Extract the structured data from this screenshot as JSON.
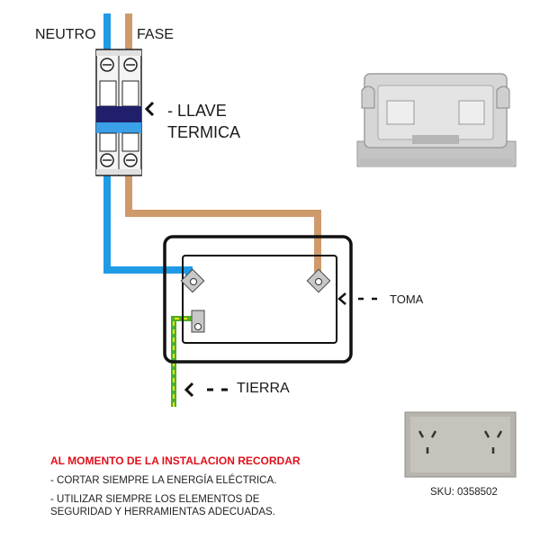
{
  "labels": {
    "neutro": "NEUTRO",
    "fase": "FASE",
    "llave_line1": "- LLAVE",
    "llave_line2": "TERMICA",
    "toma": "TOMA",
    "tierra": "TIERRA"
  },
  "notice": {
    "title": "AL MOMENTO DE LA INSTALACION RECORDAR",
    "line1": "- CORTAR SIEMPRE LA ENERGÍA ELÉCTRICA.",
    "line2": "- UTILIZAR SIEMPRE LOS ELEMENTOS DE SEGURIDAD Y HERRAMIENTAS ADECUADAS."
  },
  "sku": "SKU: 0358502",
  "colors": {
    "neutral_wire": "#1f9be6",
    "phase_wire": "#cf9a6b",
    "ground_wire_green": "#4caf2a",
    "ground_wire_yellow": "#f2e400",
    "notice_title": "#e0101c"
  },
  "icons": [
    "arrow-left-icon",
    "screw-terminal-icon",
    "breaker-icon",
    "outlet-module-icon"
  ]
}
